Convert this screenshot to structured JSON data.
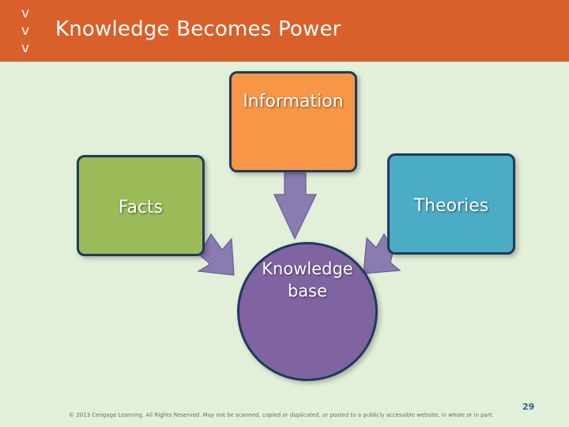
{
  "header": {
    "bullets": [
      "v",
      "v",
      "v"
    ],
    "title": "Knowledge Becomes Power"
  },
  "diagram": {
    "nodes": {
      "information": "Information",
      "facts": "Facts",
      "theories": "Theories",
      "knowledge_base": [
        "Knowledge",
        "base"
      ]
    },
    "arrows": [
      {
        "from": "information",
        "to": "knowledge_base"
      },
      {
        "from": "facts",
        "to": "knowledge_base"
      },
      {
        "from": "theories",
        "to": "knowledge_base"
      }
    ],
    "colors": {
      "header": "#d9602a",
      "background": "#e2efd9",
      "information": "#f79646",
      "facts": "#9bbb59",
      "theories": "#4bacc6",
      "knowledge_base": "#8064a2",
      "arrows": "#8a7bb0",
      "outline": "#1f3b5c"
    }
  },
  "footer": {
    "copyright": "© 2013 Cengage Learning. All Rights Reserved. May not be scanned, copied or duplicated, or posted to a publicly accessible website, in whole or in part.",
    "page_number": "29"
  }
}
